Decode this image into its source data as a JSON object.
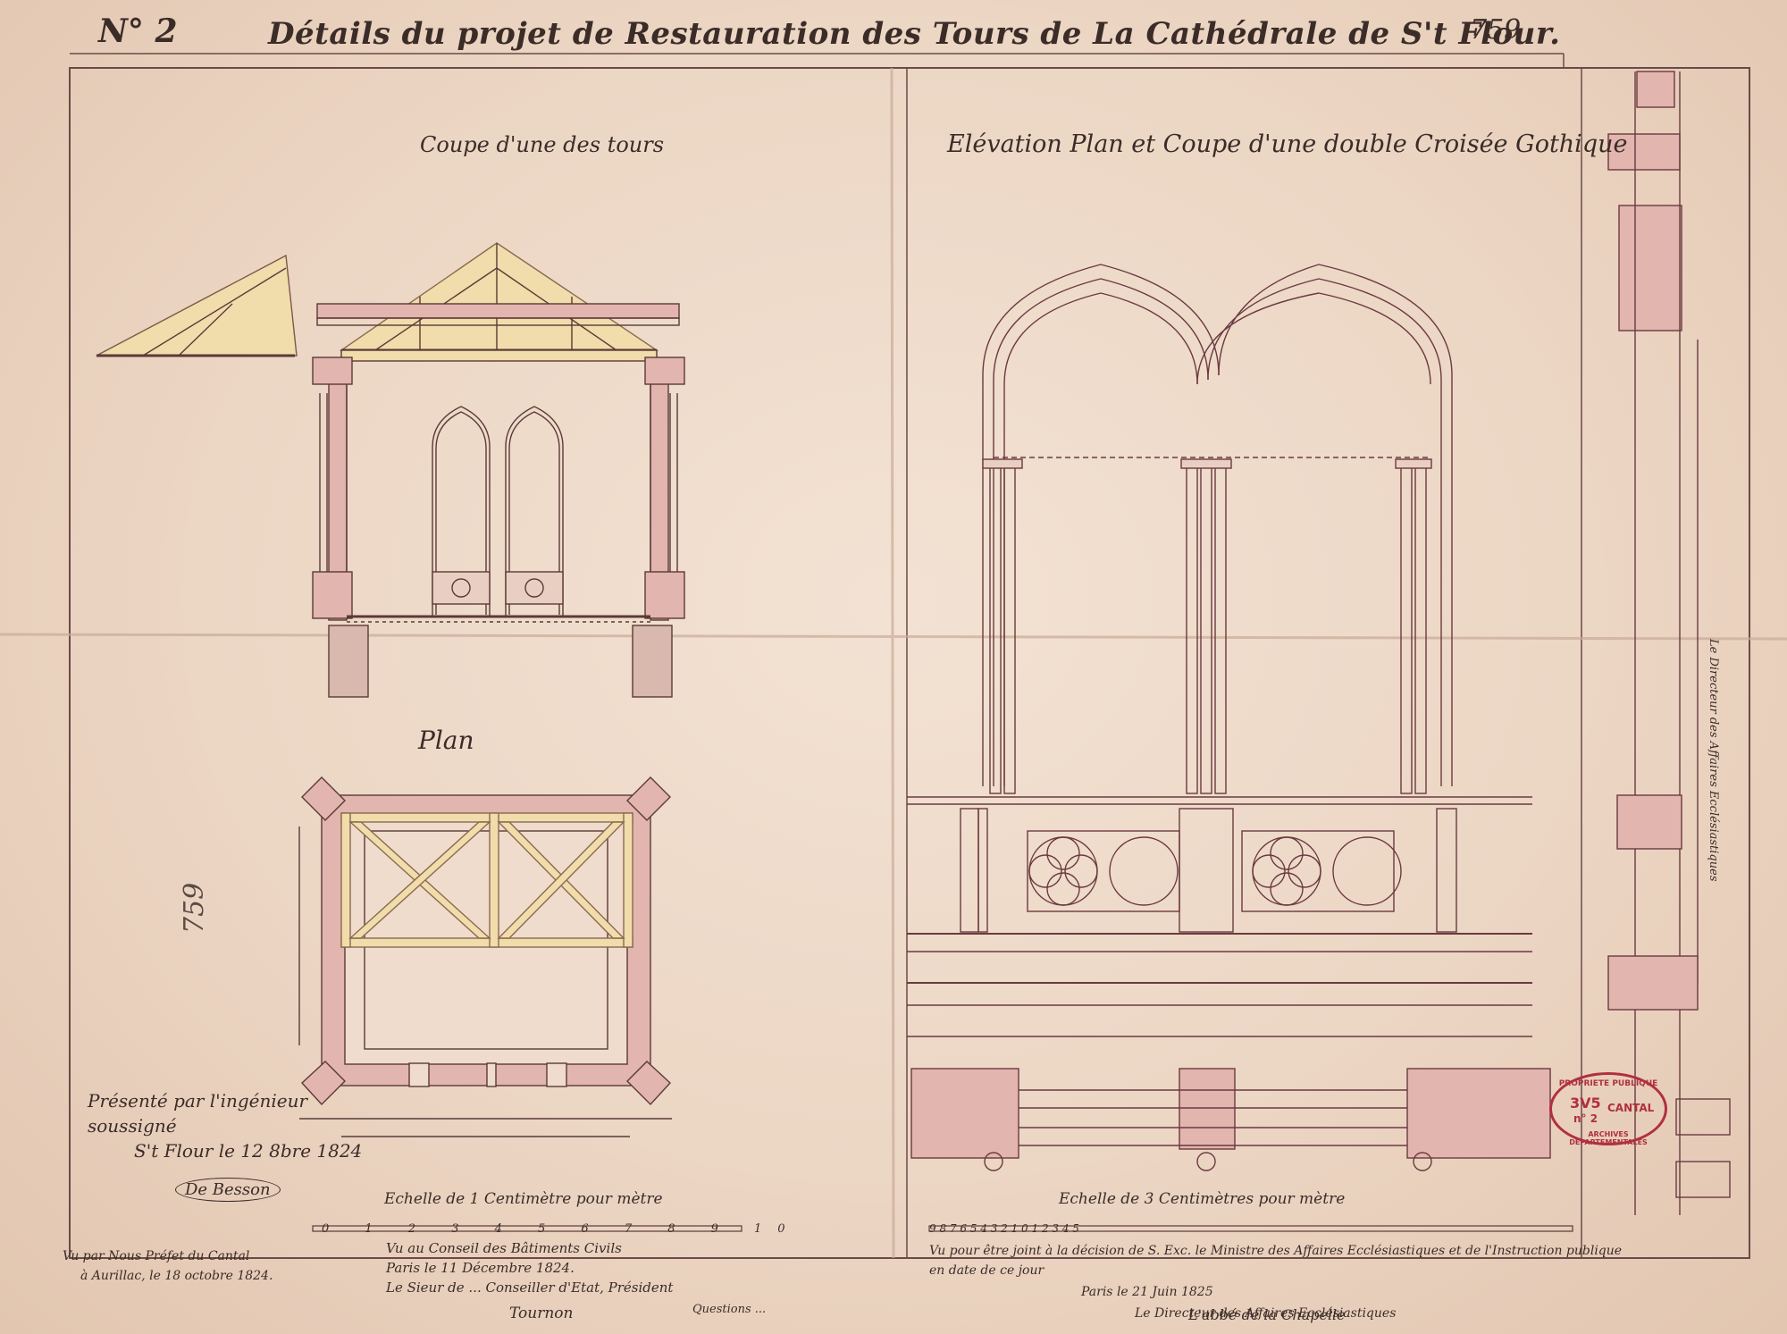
{
  "header": {
    "number": "N° 2",
    "title": "Détails du projet de Restauration des Tours de La Cathédrale de S't Flour.",
    "sheet_number": "759"
  },
  "drawings": {
    "tower_section_title": "Coupe d'une des tours",
    "gothic_window_title": "Elévation Plan et Coupe d'une double Croisée Gothique",
    "plan_title": "Plan",
    "pencil_number": "759"
  },
  "presentation": {
    "line1": "Présenté par l'ingénieur",
    "line2": "soussigné",
    "line3": "S't Flour le 12 8bre 1824",
    "signature": "De Besson"
  },
  "scales": {
    "left_label": "Echelle de 1 Centimètre pour mètre",
    "left_ticks": "0 1 2 3 4 5 6 7 8 9 10",
    "right_label": "Echelle de 3 Centimètres pour mètre",
    "right_ticks": "9 8 7 6 5 4 3 2 1 0     1     2     3     4     5"
  },
  "notes": {
    "left_1": "Vu par Nous Préfet du Cantal",
    "left_2": "à Aurillac, le 18 octobre 1824.",
    "mid_1": "Vu au Conseil des Bâtiments Civils",
    "mid_2": "Paris le 11 Décembre 1824.",
    "mid_3": "Le Sieur de ... Conseiller d'Etat, Président",
    "mid_4": "Tournon",
    "mid_5": "Questions ...",
    "right_1": "Vu pour être joint à la décision de S. Exc. le Ministre des Affaires Ecclésiastiques et de l'Instruction publique",
    "right_2": "en date de ce jour",
    "right_3": "Paris le 21 Juin 1825",
    "right_4": "Le Directeur des Affaires Ecclésiastiques",
    "right_5": "L'abbé de la Chapelle"
  },
  "side_annotation": "Le Directeur des Affaires Ecclésiastiques",
  "stamp": {
    "top": "PROPRIETE PUBLIQUE",
    "code": "3V5",
    "code2": "n° 2",
    "dept": "CANTAL",
    "bottom": "ARCHIVES DEPARTEMENTALES"
  },
  "colors": {
    "paper": "#ecd6c4",
    "ink": "#5a3a38",
    "wash_pink": "#e2b5ae",
    "wash_yellow": "#f1dcab",
    "stamp_red": "#b03040"
  }
}
